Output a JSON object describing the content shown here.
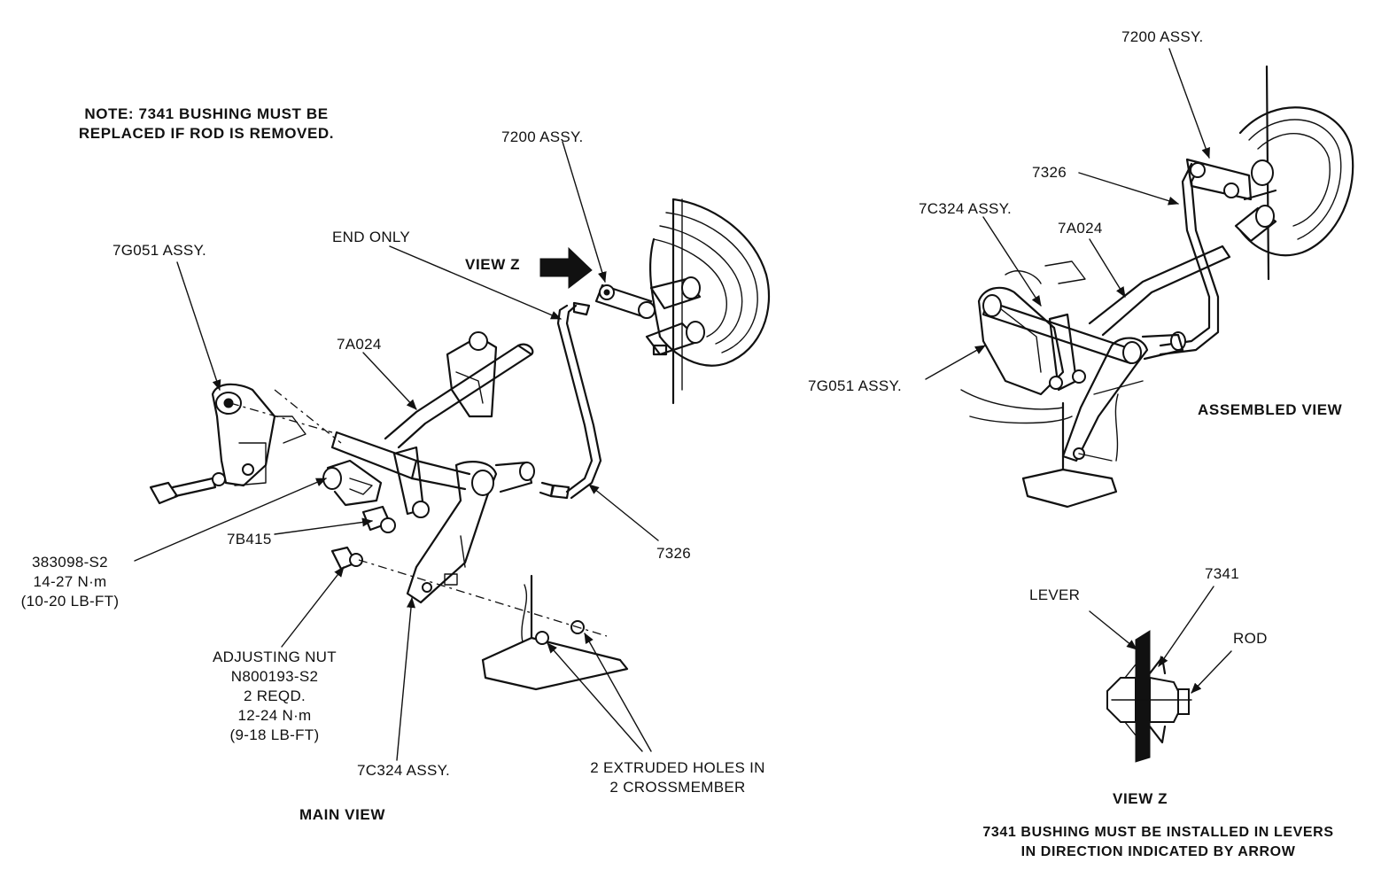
{
  "note": {
    "line1": "NOTE: 7341 BUSHING MUST BE",
    "line2": "REPLACED IF ROD IS REMOVED."
  },
  "main_view": {
    "caption": "MAIN VIEW",
    "labels": {
      "assy_7200": "7200 ASSY.",
      "end_only": "END ONLY",
      "view_z": "VIEW Z",
      "assy_7g051": "7G051 ASSY.",
      "part_7a024": "7A024",
      "part_7b415": "7B415",
      "part_383098_line1": "383098-S2",
      "part_383098_line2": "14-27 N·m",
      "part_383098_line3": "(10-20 LB-FT)",
      "part_7326": "7326",
      "adjusting_line1": "ADJUSTING NUT",
      "adjusting_line2": "N800193-S2",
      "adjusting_line3": "2 REQD.",
      "adjusting_line4": "12-24 N·m",
      "adjusting_line5": "(9-18 LB-FT)",
      "assy_7c324": "7C324 ASSY.",
      "holes_line1": "2 EXTRUDED HOLES IN",
      "holes_line2": "2 CROSSMEMBER"
    }
  },
  "assembled_view": {
    "caption": "ASSEMBLED VIEW",
    "labels": {
      "assy_7200": "7200 ASSY.",
      "part_7326": "7326",
      "assy_7c324": "7C324 ASSY.",
      "part_7a024": "7A024",
      "assy_7g051": "7G051 ASSY."
    }
  },
  "view_z_detail": {
    "caption": "VIEW Z",
    "labels": {
      "lever": "LEVER",
      "bushing": "7341",
      "rod": "ROD"
    },
    "footer_line1": "7341 BUSHING MUST BE INSTALLED IN LEVERS",
    "footer_line2": "IN DIRECTION INDICATED BY ARROW"
  }
}
